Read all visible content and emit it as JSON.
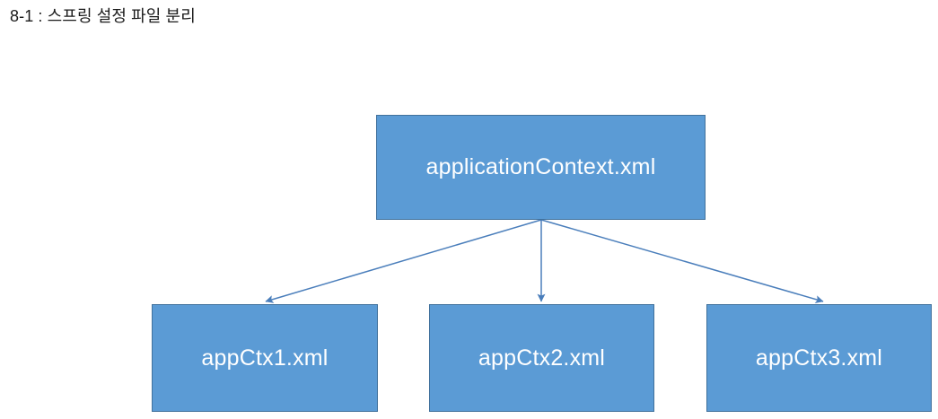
{
  "diagram": {
    "title": "8-1 : 스프링 설정 파일 분리",
    "type": "tree-diagram",
    "colors": {
      "node_fill": "#5b9bd5",
      "node_border": "#41719c",
      "node_text": "#ffffff",
      "connector": "#4a7ebb",
      "title_text": "#1a1a1a",
      "background": "#ffffff"
    },
    "root_node": {
      "label": "applicationContext.xml"
    },
    "child_nodes": [
      {
        "label": "appCtx1.xml"
      },
      {
        "label": "appCtx2.xml"
      },
      {
        "label": "appCtx3.xml"
      }
    ],
    "connectors": [
      {
        "from": "applicationContext.xml",
        "to": "appCtx1.xml",
        "style": "arrow"
      },
      {
        "from": "applicationContext.xml",
        "to": "appCtx2.xml",
        "style": "arrow"
      },
      {
        "from": "applicationContext.xml",
        "to": "appCtx3.xml",
        "style": "arrow"
      }
    ]
  }
}
